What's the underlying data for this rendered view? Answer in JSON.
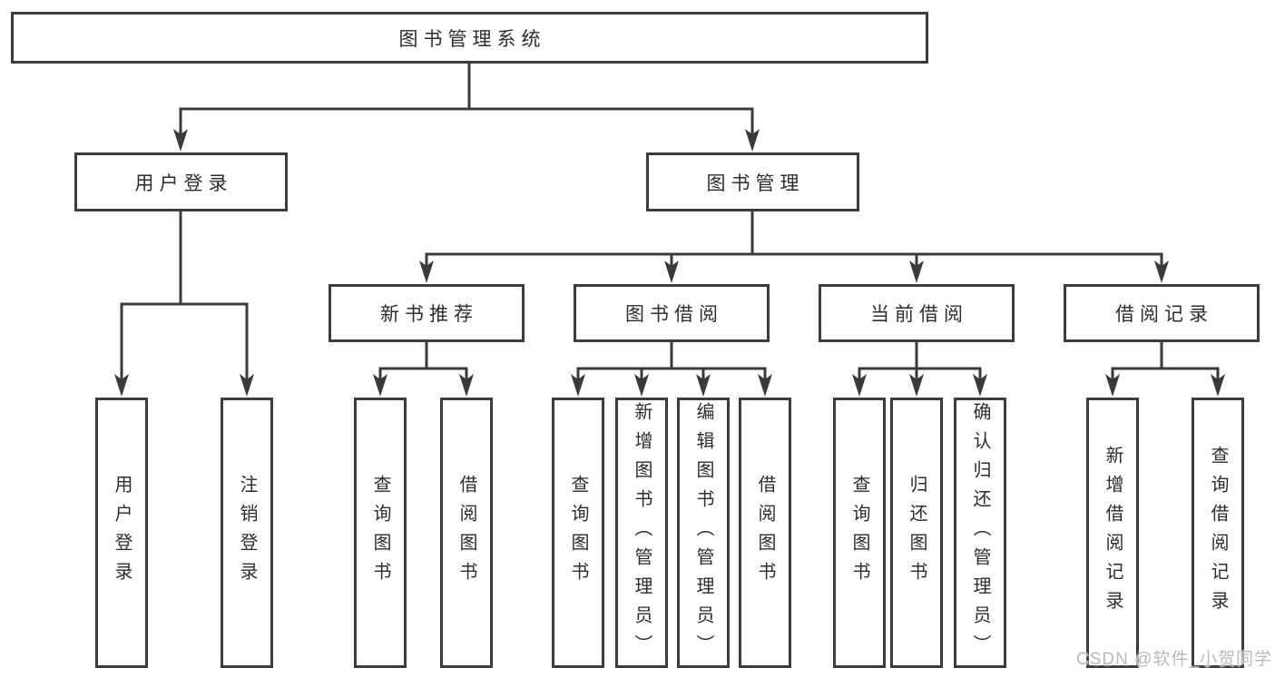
{
  "tree": {
    "label": "图书管理系统",
    "children": [
      {
        "label": "用户登录",
        "children": [
          {
            "label": "用户登录"
          },
          {
            "label": "注销登录"
          }
        ]
      },
      {
        "label": "图书管理",
        "children": [
          {
            "label": "新书推荐",
            "children": [
              {
                "label": "查询图书"
              },
              {
                "label": "借阅图书"
              }
            ]
          },
          {
            "label": "图书借阅",
            "children": [
              {
                "label": "查询图书"
              },
              {
                "label": "新增图书（管理员）"
              },
              {
                "label": "编辑图书（管理员）"
              },
              {
                "label": "借阅图书"
              }
            ]
          },
          {
            "label": "当前借阅",
            "children": [
              {
                "label": "查询图书"
              },
              {
                "label": "归还图书"
              },
              {
                "label": "确认归还（管理员）"
              }
            ]
          },
          {
            "label": "借阅记录",
            "children": [
              {
                "label": "新增借阅记录"
              },
              {
                "label": "查询借阅记录"
              }
            ]
          }
        ]
      }
    ]
  },
  "watermark": {
    "text": "CSDN @软件_小贺同学"
  },
  "colors": {
    "line": "#3a3a3a",
    "box_border": "#3c3c3c",
    "text": "#2d2d2d",
    "watermark": "#b9b9b9",
    "background": "#ffffff"
  }
}
